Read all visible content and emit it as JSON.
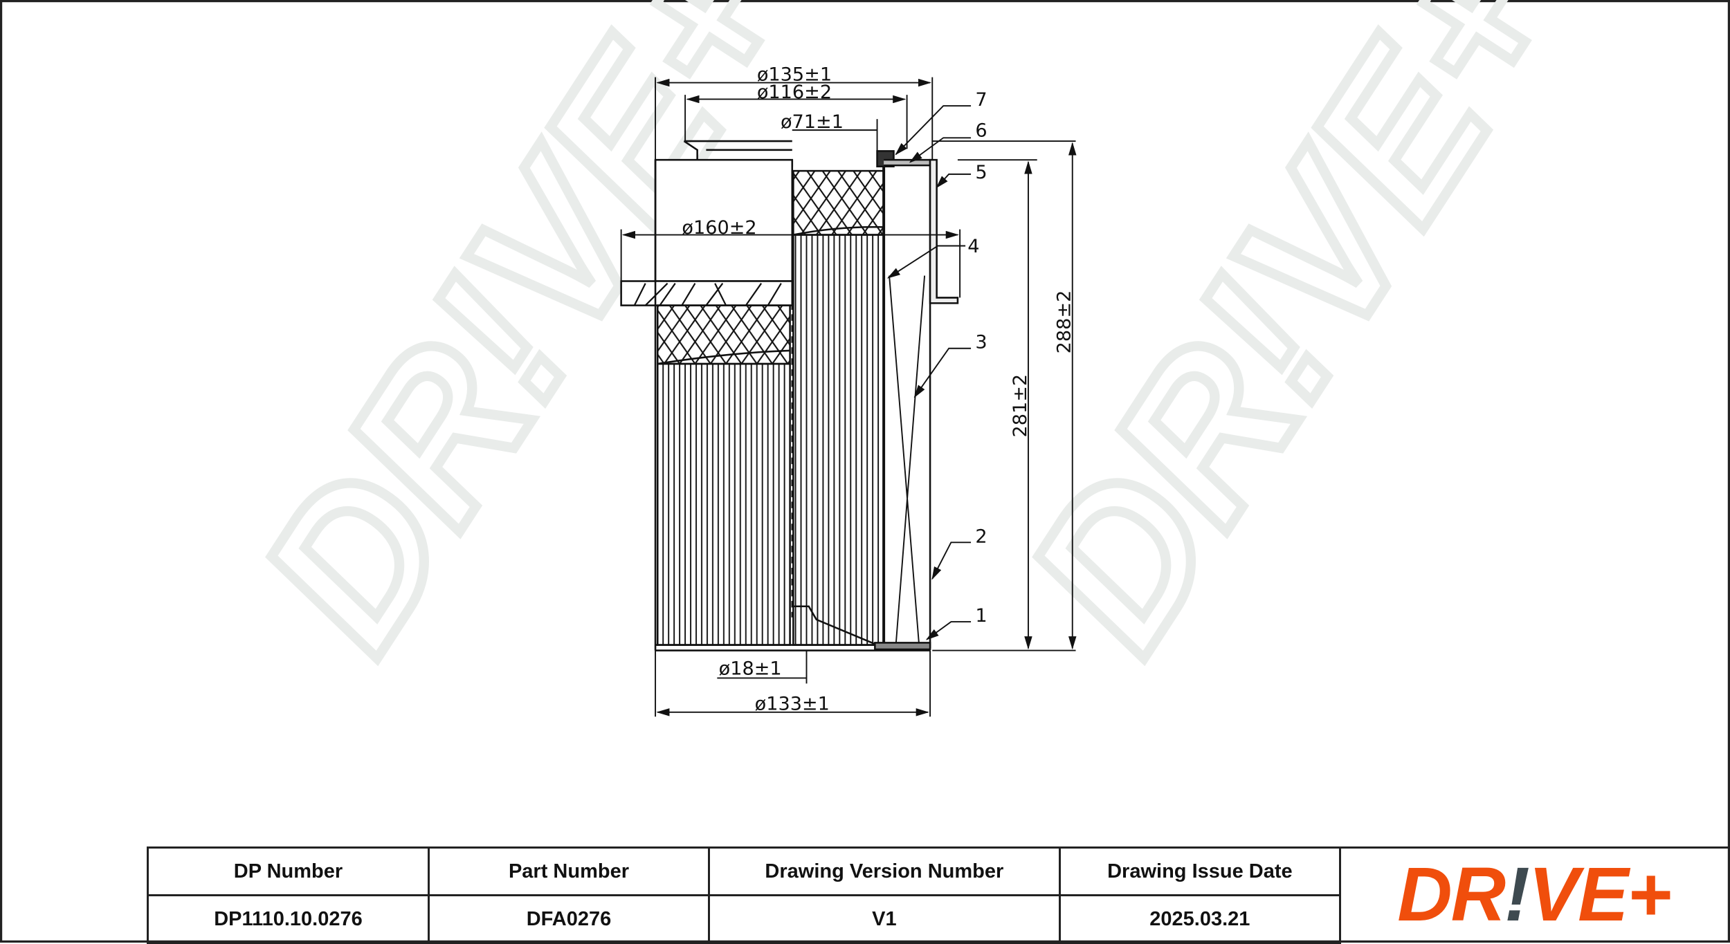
{
  "drawing": {
    "dimensions": {
      "d135": "ø135±1",
      "d116": "ø116±2",
      "d71": "ø71±1",
      "d160": "ø160±2",
      "d18": "ø18±1",
      "d133": "ø133±1",
      "h288": "288±2",
      "h281": "281±2"
    },
    "callouts": [
      "1",
      "2",
      "3",
      "4",
      "5",
      "6",
      "7"
    ],
    "watermark": "DR!VE+"
  },
  "title_block": {
    "headers": [
      "DP Number",
      "Part Number",
      "Drawing Version Number",
      "Drawing Issue Date"
    ],
    "values": [
      "DP1110.10.0276",
      "DFA0276",
      "V1",
      "2025.03.21"
    ]
  },
  "logo": {
    "part1": "DR",
    "bang": "!",
    "part2": "VE+",
    "brand_color": "#f04e0c",
    "accent_color": "#3e4a50"
  }
}
